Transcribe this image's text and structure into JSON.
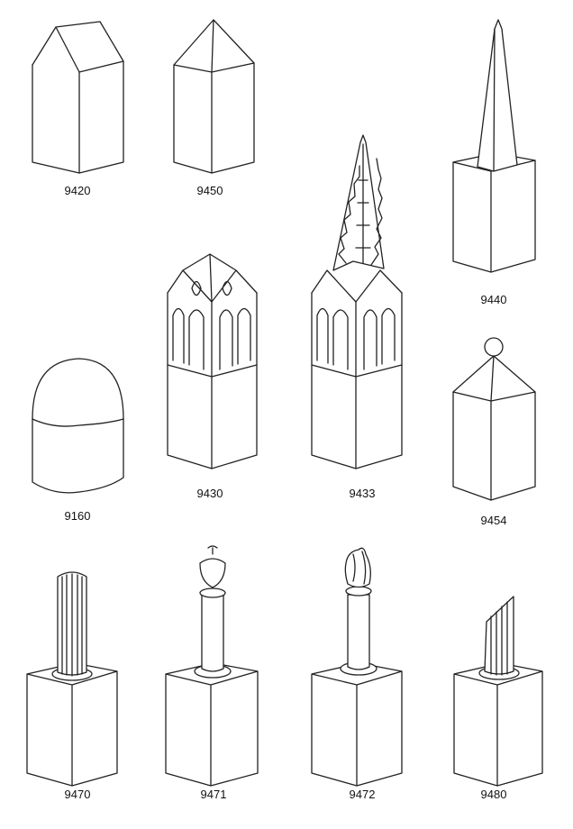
{
  "catalog": {
    "items": [
      {
        "code": "9420",
        "shape": "gabled-roof-box"
      },
      {
        "code": "9450",
        "shape": "pyramid-roof-box"
      },
      {
        "code": "9440",
        "shape": "obelisk-on-box"
      },
      {
        "code": "9160",
        "shape": "domed-cylinder"
      },
      {
        "code": "9430",
        "shape": "gothic-tower"
      },
      {
        "code": "9433",
        "shape": "gothic-tower-with-spire"
      },
      {
        "code": "9454",
        "shape": "pyramid-box-with-ball"
      },
      {
        "code": "9470",
        "shape": "fluted-column-on-box"
      },
      {
        "code": "9471",
        "shape": "column-with-urn-on-box"
      },
      {
        "code": "9472",
        "shape": "column-with-draped-urn-on-box"
      },
      {
        "code": "9480",
        "shape": "broken-column-on-box"
      }
    ]
  },
  "colors": {
    "line": "#222222",
    "background": "#ffffff"
  }
}
